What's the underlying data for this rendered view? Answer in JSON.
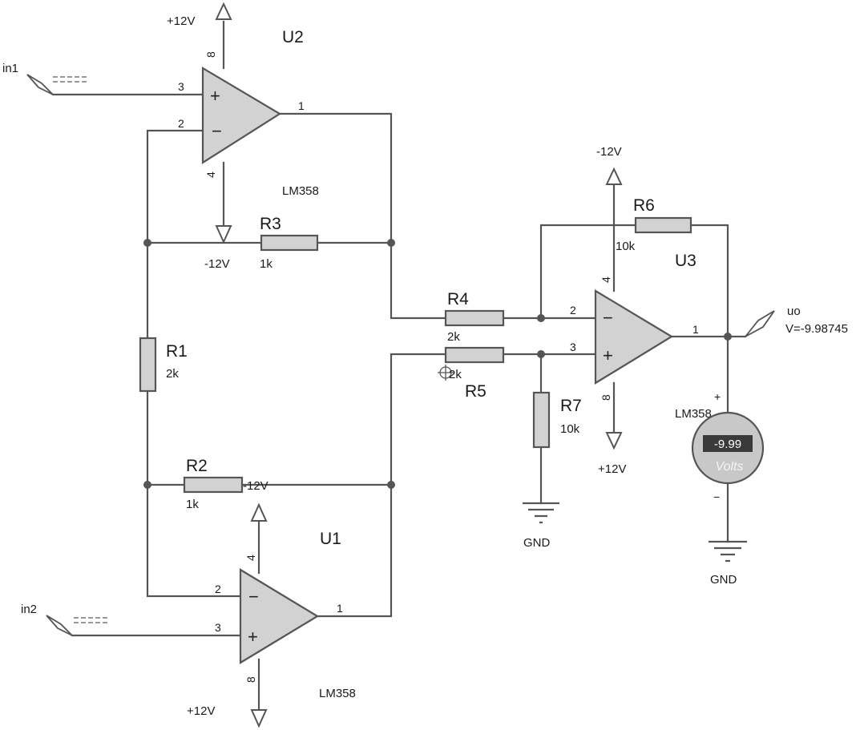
{
  "components": {
    "U1": {
      "ref": "U1",
      "part": "LM358",
      "pins": {
        "inv": "2",
        "noninv": "3",
        "out": "1",
        "vplus": "4",
        "vminus": "8"
      }
    },
    "U2": {
      "ref": "U2",
      "part": "LM358",
      "pins": {
        "inv": "2",
        "noninv": "3",
        "out": "1",
        "vplus": "8",
        "vminus": "4"
      }
    },
    "U3": {
      "ref": "U3",
      "part": "LM358",
      "pins": {
        "inv": "2",
        "noninv": "3",
        "out": "1",
        "vplus": "4",
        "vminus": "8"
      }
    },
    "R1": {
      "ref": "R1",
      "value": "2k"
    },
    "R2": {
      "ref": "R2",
      "value": "1k"
    },
    "R3": {
      "ref": "R3",
      "value": "1k"
    },
    "R4": {
      "ref": "R4",
      "value": "2k"
    },
    "R5": {
      "ref": "R5",
      "value": "2k"
    },
    "R6": {
      "ref": "R6",
      "value": "10k"
    },
    "R7": {
      "ref": "R7",
      "value": "10k"
    }
  },
  "power": {
    "u2_top": "+12V",
    "u2_bottom": "-12V",
    "u1_top": "-12V",
    "u1_bottom": "+12V",
    "u3_top": "-12V",
    "u3_bottom": "+12V"
  },
  "ground": {
    "r7": "GND",
    "meter": "GND"
  },
  "terminals": {
    "in1": "in1",
    "in2": "in2",
    "uo": "uo"
  },
  "probe": {
    "reading": "V=-9.98745"
  },
  "voltmeter": {
    "reading": "-9.99",
    "unit": "Volts",
    "plus": "+",
    "minus": "−"
  },
  "colors": {
    "wire": "#555555",
    "body": "#d2d2d2",
    "meter_body": "#c8c8c8",
    "meter_display": "#3a3a3a"
  }
}
